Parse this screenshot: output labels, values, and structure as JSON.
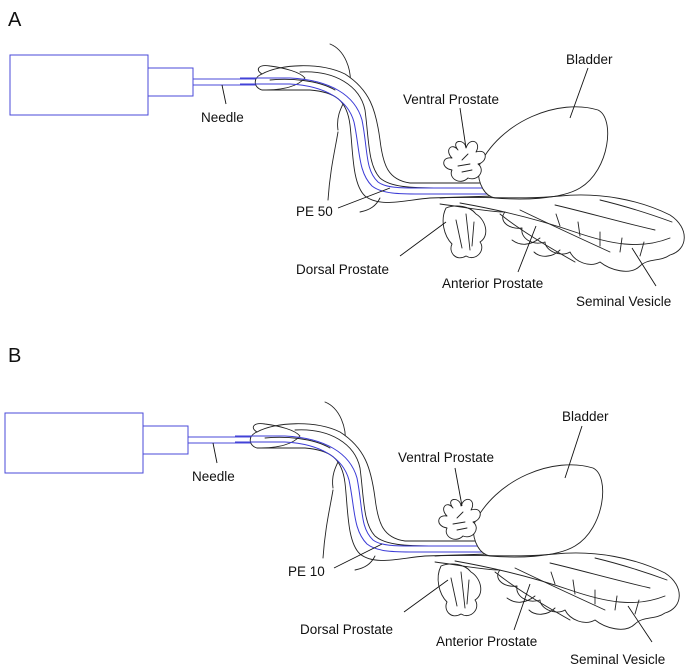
{
  "panels": [
    {
      "id": "A",
      "label": "A",
      "needle_label": "Needle",
      "tubing_label": "PE 50",
      "bladder_label": "Bladder",
      "ventral_label": "Ventral Prostate",
      "dorsal_label": "Dorsal Prostate",
      "anterior_label": "Anterior Prostate",
      "seminal_label": "Seminal Vesicle"
    },
    {
      "id": "B",
      "label": "B",
      "needle_label": "Needle",
      "tubing_label": "PE 10",
      "bladder_label": "Bladder",
      "ventral_label": "Ventral Prostate",
      "dorsal_label": "Dorsal Prostate",
      "anterior_label": "Anterior Prostate",
      "seminal_label": "Seminal Vesicle"
    }
  ],
  "colors": {
    "tubing": "#3b3bd6",
    "outline": "#222222"
  }
}
